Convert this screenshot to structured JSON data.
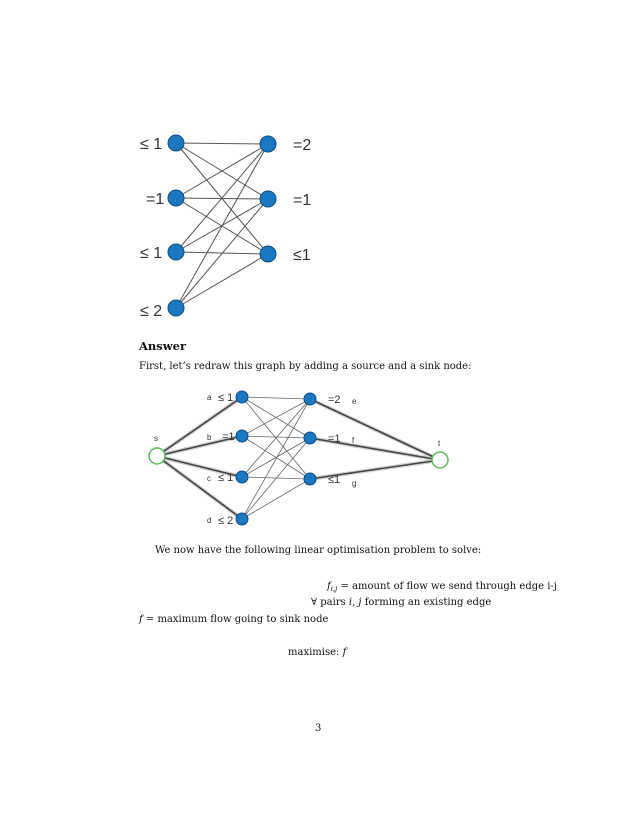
{
  "figure1": {
    "left_labels": [
      "≤ 1",
      "=1",
      "≤ 1",
      "≤ 2"
    ],
    "right_labels": [
      "=2",
      "=1",
      "≤1"
    ]
  },
  "answer_heading": "Answer",
  "intro_text": "First, let’s redraw this graph by adding a source and a sink node:",
  "figure2": {
    "source_label": "s",
    "sink_label": "t",
    "left_letters": [
      "a",
      "b",
      "c",
      "d"
    ],
    "left_labels": [
      "≤ 1",
      "=1",
      "≤ 1",
      "≤ 2"
    ],
    "right_labels": [
      "=2",
      "=1",
      "≤1"
    ],
    "right_letters": [
      "e",
      "f",
      "g"
    ]
  },
  "problem_intro": "We now have the following linear optimisation problem to solve:",
  "defs": {
    "fij_var": "f",
    "fij_sub": "i,j",
    "fij_text": " = amount of flow we send through edge i-j",
    "forall_text": "∀ pairs ",
    "forall_vars": "i, j",
    "forall_rest": " forming an existing edge",
    "f_var": "f",
    "f_text": " = maximum flow going to sink node",
    "maximise_text": "maximise: ",
    "maximise_var": "f"
  },
  "page_number": "3",
  "colors": {
    "node_fill": "#1a78c2",
    "node_stroke": "#0d4f86",
    "terminal_stroke": "#5cb85c",
    "edge": "#555555"
  }
}
